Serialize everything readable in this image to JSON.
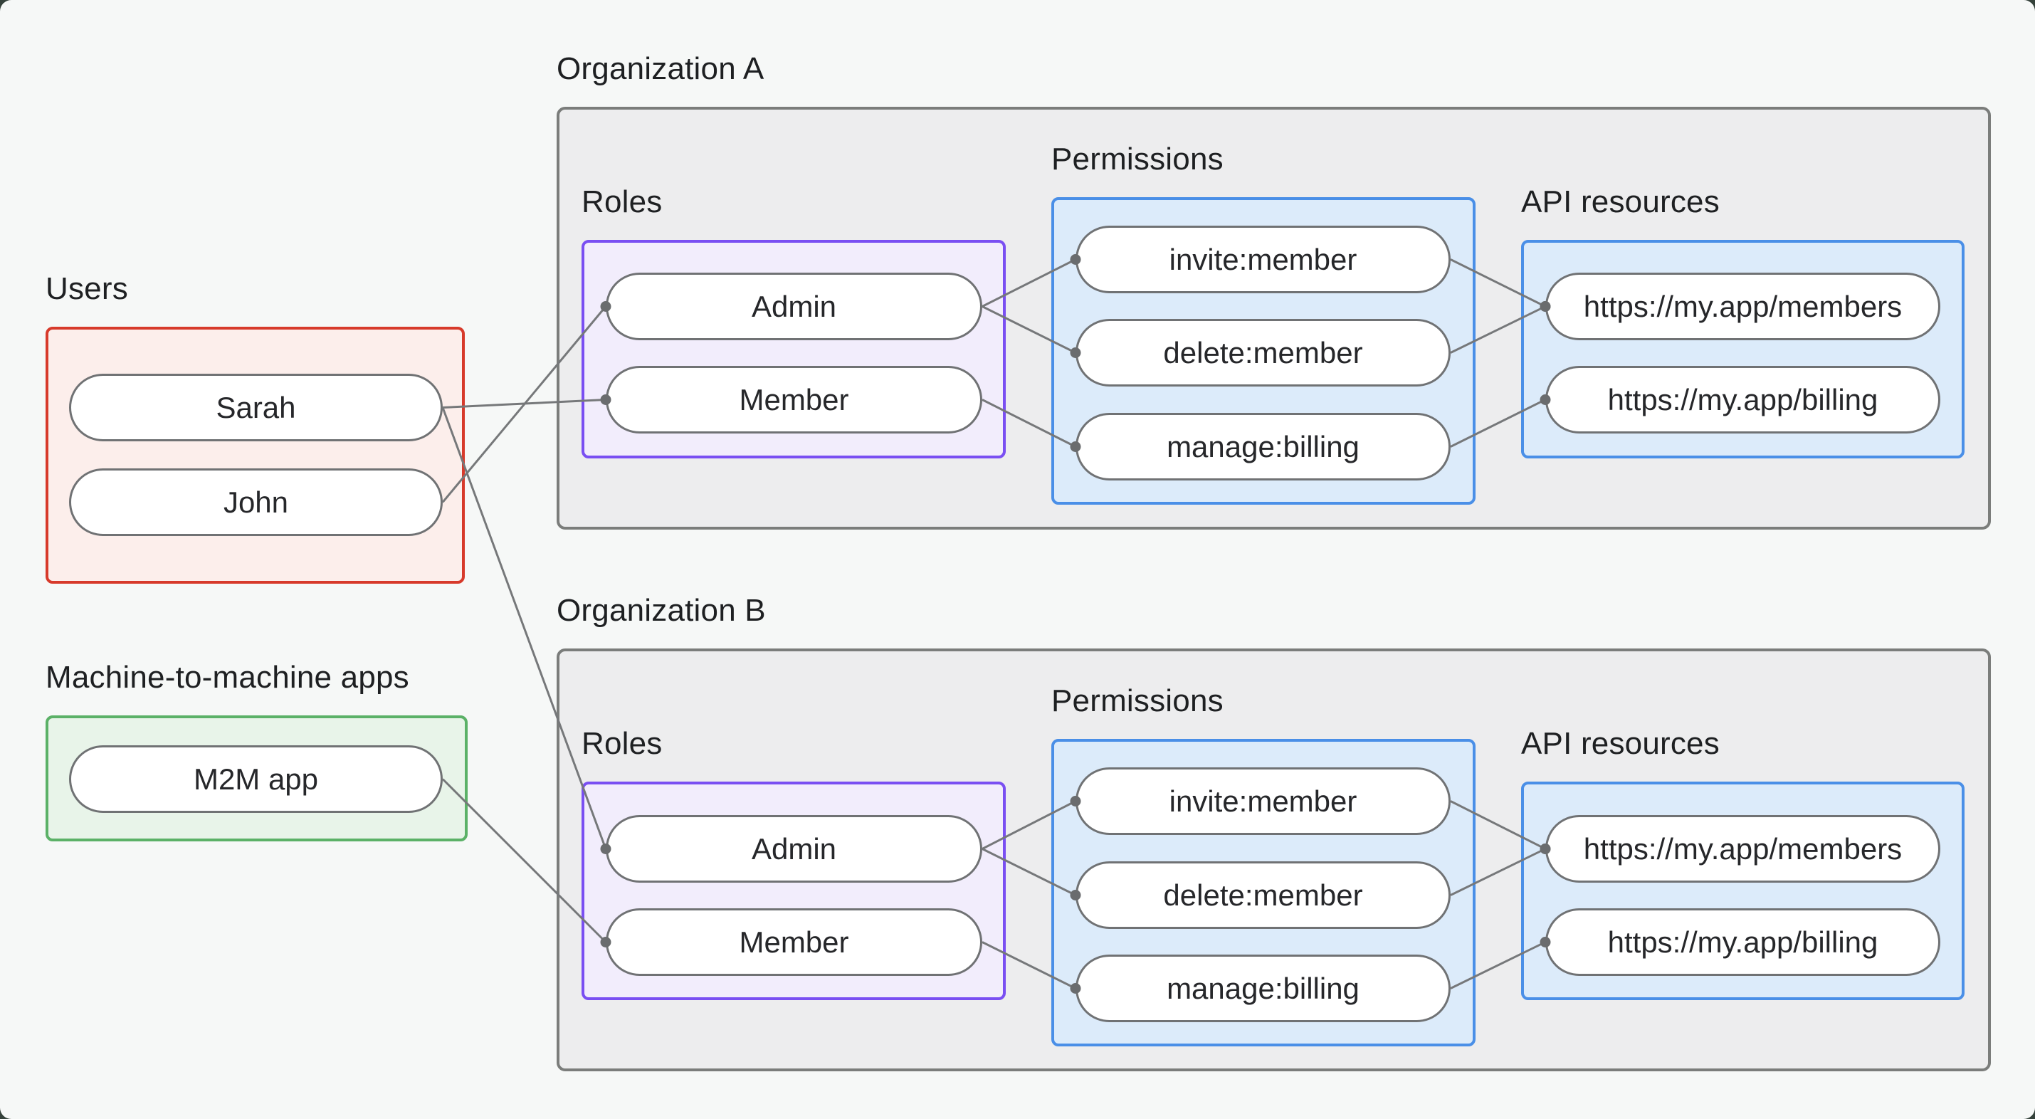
{
  "colors": {
    "page_bg": "#f6f8f7",
    "text": "#1e2022",
    "pill_bg": "#ffffff",
    "pill_border": "#707274",
    "line": "#76787a",
    "dot": "#6a6c6e",
    "red": "#d73a2b",
    "red_bg": "#fceeeb",
    "green": "#5bb167",
    "green_bg": "#e8f4e9",
    "purple": "#7a4ff2",
    "purple_bg": "#f2edfc",
    "blue": "#4a8fe7",
    "blue_bg": "#dcebfa",
    "org_border": "#7b7d7b",
    "org_bg": "#ededee"
  },
  "groups": {
    "users": {
      "label": "Users",
      "nodes": [
        {
          "id": "sarah",
          "label": "Sarah"
        },
        {
          "id": "john",
          "label": "John"
        }
      ]
    },
    "m2m": {
      "label": "Machine-to-machine apps",
      "nodes": [
        {
          "id": "m2m-app",
          "label": "M2M app"
        }
      ]
    },
    "org_a": {
      "label": "Organization A",
      "sections": {
        "roles": {
          "label": "Roles",
          "nodes": [
            {
              "id": "admin-a",
              "label": "Admin"
            },
            {
              "id": "member-a",
              "label": "Member"
            }
          ]
        },
        "permissions": {
          "label": "Permissions",
          "nodes": [
            {
              "id": "invite-a",
              "label": "invite:member"
            },
            {
              "id": "delete-a",
              "label": "delete:member"
            },
            {
              "id": "manage-a",
              "label": "manage:billing"
            }
          ]
        },
        "api_resources": {
          "label": "API resources",
          "nodes": [
            {
              "id": "members-a",
              "label": "https://my.app/members"
            },
            {
              "id": "billing-a",
              "label": "https://my.app/billing"
            }
          ]
        }
      }
    },
    "org_b": {
      "label": "Organization B",
      "sections": {
        "roles": {
          "label": "Roles",
          "nodes": [
            {
              "id": "admin-b",
              "label": "Admin"
            },
            {
              "id": "member-b",
              "label": "Member"
            }
          ]
        },
        "permissions": {
          "label": "Permissions",
          "nodes": [
            {
              "id": "invite-b",
              "label": "invite:member"
            },
            {
              "id": "delete-b",
              "label": "delete:member"
            },
            {
              "id": "manage-b",
              "label": "manage:billing"
            }
          ]
        },
        "api_resources": {
          "label": "API resources",
          "nodes": [
            {
              "id": "members-b",
              "label": "https://my.app/members"
            },
            {
              "id": "billing-b",
              "label": "https://my.app/billing"
            }
          ]
        }
      }
    }
  },
  "connections": [
    {
      "from": "sarah",
      "to": "member-a"
    },
    {
      "from": "john",
      "to": "admin-a"
    },
    {
      "from": "sarah",
      "to": "admin-b"
    },
    {
      "from": "m2m-app",
      "to": "member-b"
    },
    {
      "from": "admin-a",
      "to": "invite-a"
    },
    {
      "from": "admin-a",
      "to": "delete-a"
    },
    {
      "from": "member-a",
      "to": "manage-a"
    },
    {
      "from": "invite-a",
      "to": "members-a"
    },
    {
      "from": "delete-a",
      "to": "members-a"
    },
    {
      "from": "manage-a",
      "to": "billing-a"
    },
    {
      "from": "admin-b",
      "to": "invite-b"
    },
    {
      "from": "admin-b",
      "to": "delete-b"
    },
    {
      "from": "member-b",
      "to": "manage-b"
    },
    {
      "from": "invite-b",
      "to": "members-b"
    },
    {
      "from": "delete-b",
      "to": "members-b"
    },
    {
      "from": "manage-b",
      "to": "billing-b"
    }
  ]
}
